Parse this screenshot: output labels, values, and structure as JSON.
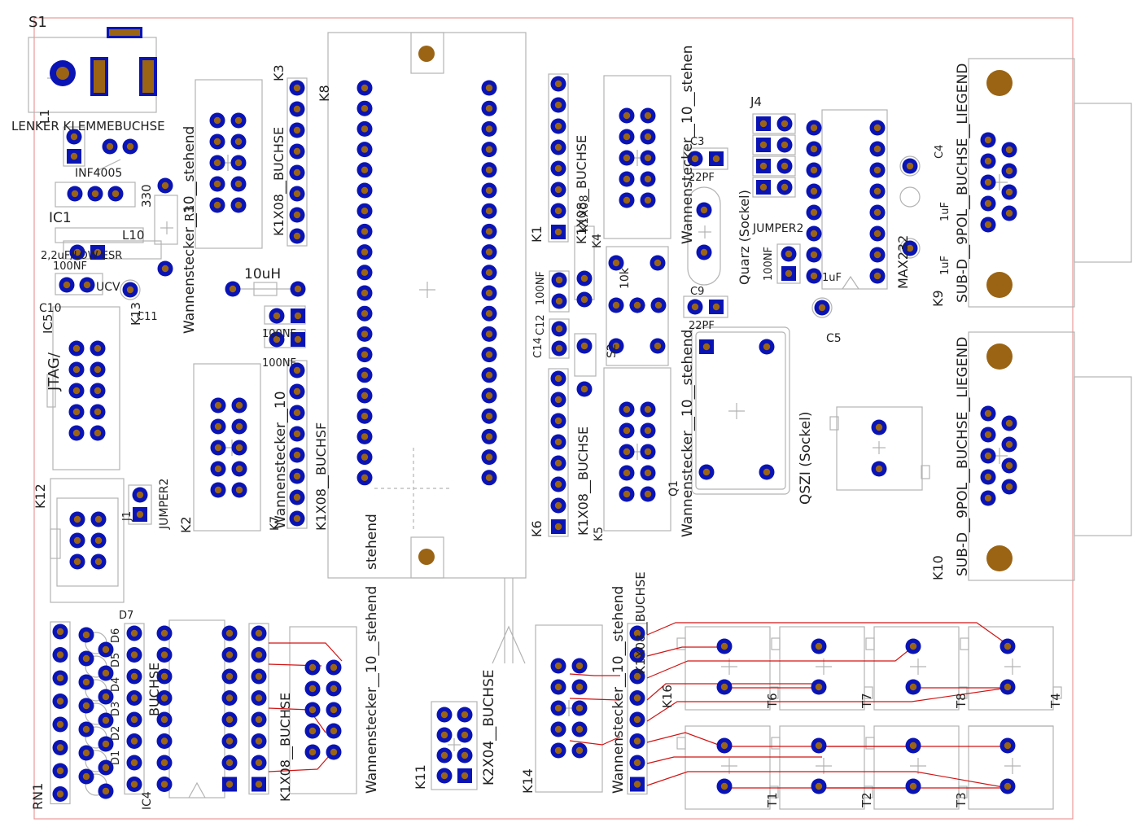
{
  "colors": {
    "outline": "#b3b3b3",
    "board": "#e89a9a",
    "pad": "#0a14b4",
    "drill": "#9a6414",
    "trace": "#d21414",
    "text": "#222222"
  },
  "labels": {
    "s1": "S1",
    "l1_buchse": "LENKER KLEMMEBUCHSE",
    "l1": "L1",
    "inf4005": "INF4005",
    "ic1": "IC1",
    "lcl10": "L10",
    "cap22uf": "2,2uF/LOW ESR",
    "c100nf_a": "100NF",
    "ucv": "UCV",
    "c10": "C10",
    "ic5": "IC5",
    "jtag": "JTAG/",
    "k13": "K13",
    "c11": "C11",
    "k12": "K12",
    "j1": "J1",
    "jumper2_a": "JUMPER2",
    "r3": "R3",
    "wann_left": "Wannenstecker__10__stehend",
    "r330": "330",
    "k3": "K3",
    "k8": "K8",
    "k1x08_a": "K1X08__BUCHSE",
    "ind10uh": "10uH",
    "c100nf_b": "100NF",
    "c100nf_c": "100NF",
    "k2": "K2",
    "wann_k2": "Wannenstecker__10",
    "k7": "K7",
    "k1x08_b": "K1X08__BUCHSF",
    "ic_socket": "stehend",
    "k1": "K1",
    "k1x08_c": "K1X08__BUCHSE",
    "k6": "K6",
    "k1x08_d": "K1X08__BUCHSE",
    "k5": "K5",
    "c14": "C14",
    "c100nf_d": "100NF",
    "c12": "C12",
    "k4": "K4",
    "k1x08_e": "K1X08",
    "r10k": "10k",
    "s2": "S2",
    "c3": "C3",
    "c22pf_a": "22PF",
    "wann_top": "Wannenstecker__10__stehen",
    "quarz": "Quarz (Sockel)",
    "c9": "C9",
    "c22pf_b": "22PF",
    "wann_mid": "Wannenstecker__10__stehend",
    "qszi": "QSZI (Sockel)",
    "q1": "Q1",
    "j4": "J4",
    "jumper2_b": "JUMPER2",
    "c100nf_e": "100NF",
    "c1uf_a": "1uF",
    "max232": "MAX232",
    "c5": "C5",
    "c4": "C4",
    "c1uf_b": "1uF",
    "c1uf_c": "1uF",
    "subd_top": "SUB-D__9POL__BUCHSE__LIEGEND",
    "k9": "K9",
    "subd_bot": "SUB-D__9POL__BUCHSE__LIEGEND",
    "k10": "K10",
    "rn1": "RN1",
    "d7": "D7",
    "d6": "D6",
    "d5": "D5",
    "d4": "D4",
    "d3": "D3",
    "d2": "D2",
    "d1": "D1",
    "k1x08_f": "BUCHSE",
    "ic4": "IC4",
    "k1x08_g": "K1X08__BUCHSE",
    "wann_bot": "Wannenstecker__10__stehend",
    "k11": "K11",
    "k2x04": "K2X04__BUCHSE",
    "k14": "K14",
    "wann_k14": "Wannenstecker__10__stehend",
    "k1x08_h": "K1X08__BUCHSE",
    "k16": "K16",
    "t6": "T6",
    "t7": "T7",
    "t8": "T8",
    "t1": "T1",
    "t2": "T2",
    "t3": "T3",
    "t4": "T4"
  }
}
